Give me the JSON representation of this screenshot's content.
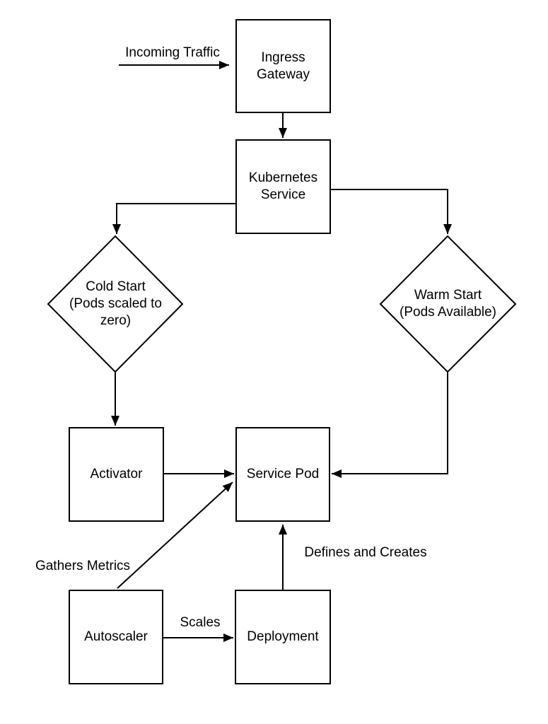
{
  "diagram": {
    "type": "flowchart",
    "background_color": "#ffffff",
    "stroke_color": "#000000",
    "nodes": {
      "ingress_gateway": {
        "label": "Ingress\nGateway",
        "shape": "rectangle"
      },
      "kubernetes_service": {
        "label": "Kubernetes\nService",
        "shape": "rectangle"
      },
      "cold_start": {
        "label": "Cold Start\n(Pods scaled to\nzero)",
        "shape": "diamond"
      },
      "warm_start": {
        "label": "Warm Start\n(Pods Available)",
        "shape": "diamond"
      },
      "activator": {
        "label": "Activator",
        "shape": "rectangle"
      },
      "service_pod": {
        "label": "Service Pod",
        "shape": "rectangle"
      },
      "autoscaler": {
        "label": "Autoscaler",
        "shape": "rectangle"
      },
      "deployment": {
        "label": "Deployment",
        "shape": "rectangle"
      }
    },
    "edges": [
      {
        "from": "external",
        "to": "ingress_gateway",
        "label": "Incoming Traffic"
      },
      {
        "from": "ingress_gateway",
        "to": "kubernetes_service",
        "label": ""
      },
      {
        "from": "kubernetes_service",
        "to": "cold_start",
        "label": ""
      },
      {
        "from": "kubernetes_service",
        "to": "warm_start",
        "label": ""
      },
      {
        "from": "cold_start",
        "to": "activator",
        "label": ""
      },
      {
        "from": "activator",
        "to": "service_pod",
        "label": ""
      },
      {
        "from": "warm_start",
        "to": "service_pod",
        "label": ""
      },
      {
        "from": "autoscaler",
        "to": "service_pod",
        "label": "Gathers Metrics"
      },
      {
        "from": "autoscaler",
        "to": "deployment",
        "label": "Scales"
      },
      {
        "from": "deployment",
        "to": "service_pod",
        "label": "Defines and Creates"
      }
    ]
  }
}
